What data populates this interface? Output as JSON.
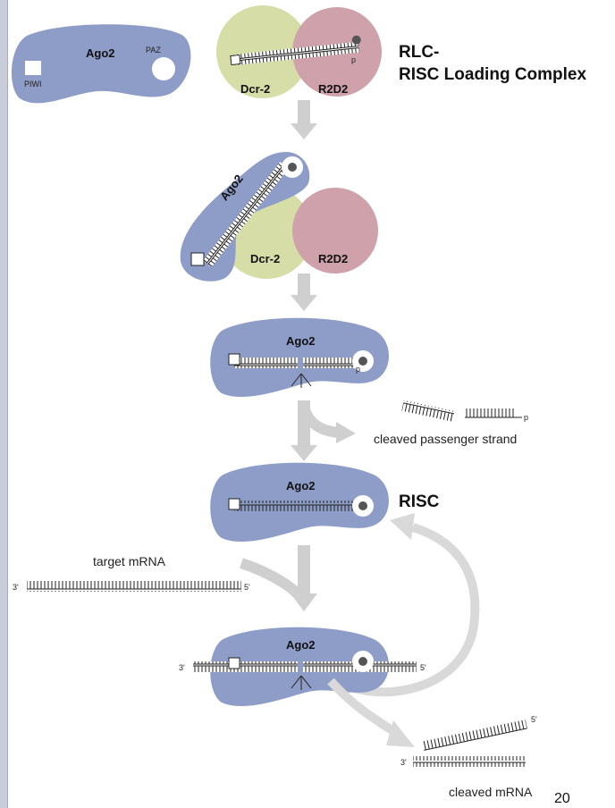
{
  "labels": {
    "ago2": "Ago2",
    "paz": "PAZ",
    "piwi": "PIWI",
    "dcr2": "Dcr-2",
    "r2d2": "R2D2",
    "rlc_line1": "RLC-",
    "rlc_line2": "RISC Loading Complex",
    "risc": "RISC",
    "cleaved_passenger": "cleaved passenger strand",
    "target_mrna": "target mRNA",
    "cleaved_mrna": "cleaved mRNA",
    "three_prime": "3'",
    "five_prime": "5'",
    "p_mark": "p",
    "slide_number": "20"
  },
  "colors": {
    "ago2": "#8e9dc7",
    "dcr2": "#d6dda6",
    "r2d2": "#cea1ab",
    "arrow": "#cfcfcf",
    "strand": "#222222"
  }
}
